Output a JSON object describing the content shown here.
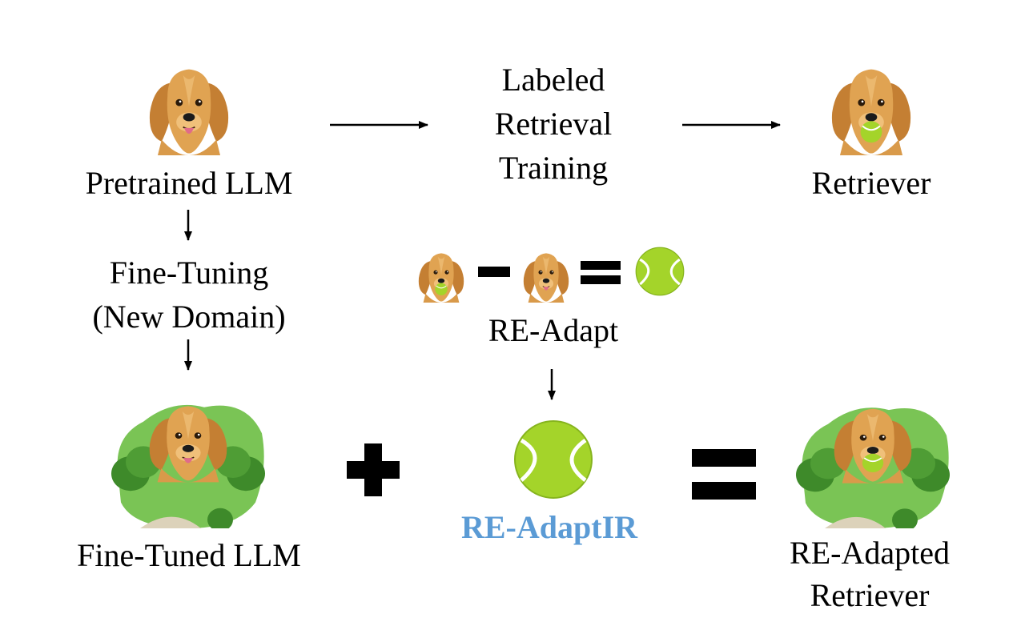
{
  "labels": {
    "pretrained": "Pretrained LLM",
    "labeled": [
      "Labeled",
      "Retrieval",
      "Training"
    ],
    "retriever": "Retriever",
    "finetuning": [
      "Fine-Tuning",
      "(New Domain)"
    ],
    "readapt_small": "RE-Adapt",
    "finetuned": "Fine-Tuned LLM",
    "readaptir": "RE-AdaptIR",
    "readapted": [
      "RE-Adapted",
      "Retriever"
    ]
  },
  "icons": {
    "pretrained_llm": "dog-icon",
    "retriever": "dog-with-ball-icon",
    "finetuned_llm": "dog-in-park-icon",
    "readaptir": "tennis-ball-icon",
    "readapted_retriever": "dog-with-ball-in-park-icon"
  },
  "colors": {
    "highlight": "#5b9bd5",
    "fur": "#d99a4a",
    "ball": "#a4d42a",
    "foliage": "#58a83a"
  }
}
